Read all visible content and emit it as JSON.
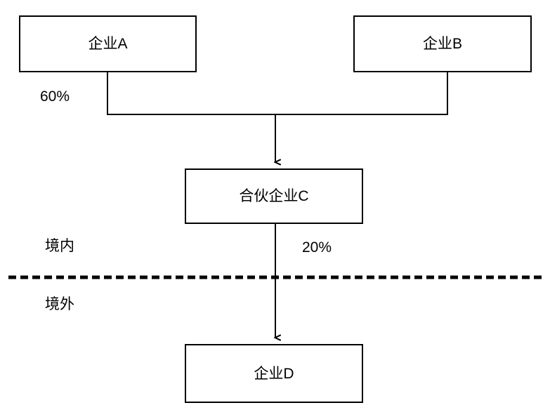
{
  "diagram": {
    "type": "ownership-structure-flowchart",
    "nodes": [
      {
        "id": "enterprise-a",
        "label": "企业A"
      },
      {
        "id": "enterprise-b",
        "label": "企业B"
      },
      {
        "id": "partnership-c",
        "label": "合伙企业C"
      },
      {
        "id": "enterprise-d",
        "label": "企业D"
      }
    ],
    "edges": [
      {
        "id": "a-to-c",
        "from": "enterprise-a",
        "to": "partnership-c",
        "label": "60%"
      },
      {
        "id": "b-to-c",
        "from": "enterprise-b",
        "to": "partnership-c",
        "label": ""
      },
      {
        "id": "c-to-d",
        "from": "partnership-c",
        "to": "enterprise-d",
        "label": "20%"
      }
    ],
    "regions": {
      "domestic_label": "境内",
      "overseas_label": "境外",
      "divider_style": "dashed"
    },
    "colors": {
      "stroke": "#000000",
      "fill": "#ffffff",
      "text": "#000000"
    }
  }
}
